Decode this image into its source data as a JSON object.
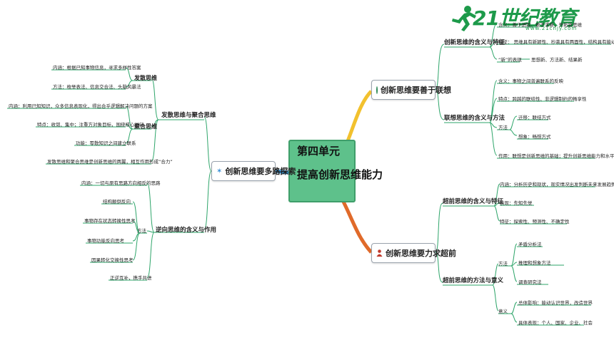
{
  "logo": {
    "text": "21世纪教育",
    "url": "www.21cnjy.com"
  },
  "central": {
    "line1": "第四单元",
    "line2": "提高创新思维能力"
  },
  "right_top": {
    "topic": "创新思维要善于联想",
    "branch1": {
      "title": "创新思维的含义与特征",
      "meaning": "含义：善于进取、敢于求新，开拓新思维",
      "feature": "特征：  思维具有新颖性、抄袭具有两面性，结构具有能动性",
      "new_label": "“新”的表现",
      "new_items": "思想新、方法新、结果新"
    },
    "branch2": {
      "title": "联想思维的含义与方法",
      "meaning": "含义：事物之间普遍联系的反映",
      "feature": "特点：跨越的联结性、非逻辑制约的畅享性",
      "method_label": "方法",
      "method_items": [
        "迁移：联结方式",
        "想象：畅想方式"
      ],
      "role": "作用：联想是创新思维的基础；提升创新思维能力和水平"
    }
  },
  "right_bottom": {
    "topic": "创新思维要力求超前",
    "branch1": {
      "title": "超前思维的含义与特征",
      "items": [
        "内涵：分析历史和现状，现实情况出发判断未来发展趋势",
        "表现：先知先觉",
        "特征：探索性、预测性、不确定性"
      ]
    },
    "branch2": {
      "title": "超前思维的方法与意义",
      "method_label": "方法",
      "method_items": [
        "矛盾分析法",
        "推理和想象方法",
        "调查研究法"
      ],
      "meaning_label": "意义",
      "meaning_items": [
        "总体影响：能动认识世界，改造世界",
        "具体表现：个人、国家、企业、社会"
      ]
    }
  },
  "left": {
    "topic": "创新思维要多路探索",
    "branch1": {
      "title": "发散思维与聚合思维",
      "divergent_label": "发散思维",
      "divergent_items": [
        "内涵：根据已知事物信息，寻求多样性答案",
        "方法：枚举表法、信息交合法、头脑风暴法"
      ],
      "convergent_label": "聚合思维",
      "convergent_items": [
        "内涵：利用已知知识，众多信息表现化，得出合乎逻辑解决问题的方案",
        "特点：收敛、集中；注重方对象目标，围绕核心进行",
        "功能：零散知识之间建立联系"
      ],
      "relation": "发散思维和聚合思维是创新思维的两翼，相互作用形成“合力”"
    },
    "branch2": {
      "title": "逆向思维的含义与作用",
      "meaning": "内涵：一切与原有思路方向相反的思路",
      "method_label": "方法",
      "method_items": [
        "结构颠倒反向",
        "事物存在状态转换性思考",
        "事物功能反向思考",
        "因果转化交换性思考"
      ],
      "role": "正逆互补，携手共进"
    }
  },
  "colors": {
    "central": "#5ec18b",
    "top_branch": "#f2c12e",
    "bottom_branch": "#e06a2a",
    "left_branch": "#2e86c1",
    "leaf_line": "#2ea56a"
  }
}
